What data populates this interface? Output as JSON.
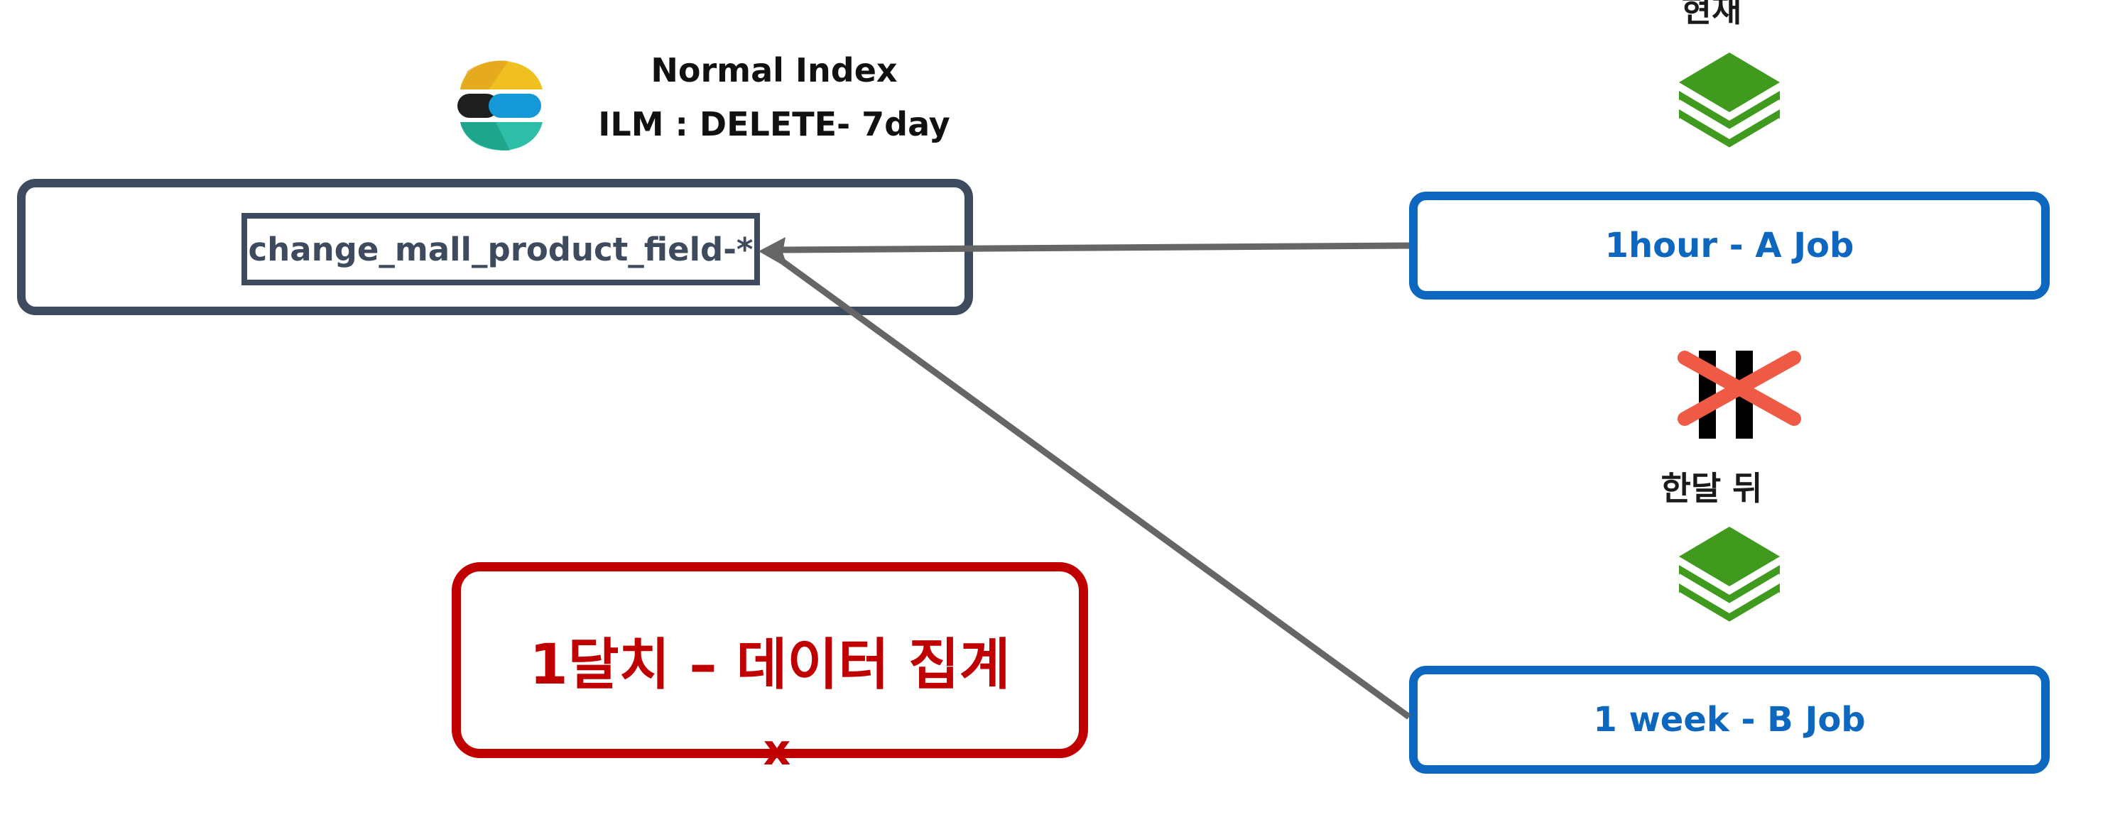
{
  "header": {
    "now_label": "현재"
  },
  "index_panel": {
    "heading": "Normal Index",
    "policy": "ILM : DELETE- 7day",
    "index_pattern": "change_mall_product_field-*",
    "logo_icon": "elastic-logo-icon"
  },
  "jobs": {
    "a_label": "1hour - A Job",
    "b_label": "1 week - B Job",
    "stack_icon": "layers-icon"
  },
  "not_equal": {
    "icon": "not-equal-icon"
  },
  "later": {
    "label": "한달 뒤"
  },
  "aggregation": {
    "label": "1달치 – 데이터 집계",
    "mark": "x"
  },
  "colors": {
    "index_border": "#3e4a5e",
    "job_blue": "#0d67be",
    "aggregate_red": "#c00000",
    "arrow_gray": "#666666",
    "stack_green": "#3f9a1e",
    "cross_red": "#ee5a45"
  }
}
